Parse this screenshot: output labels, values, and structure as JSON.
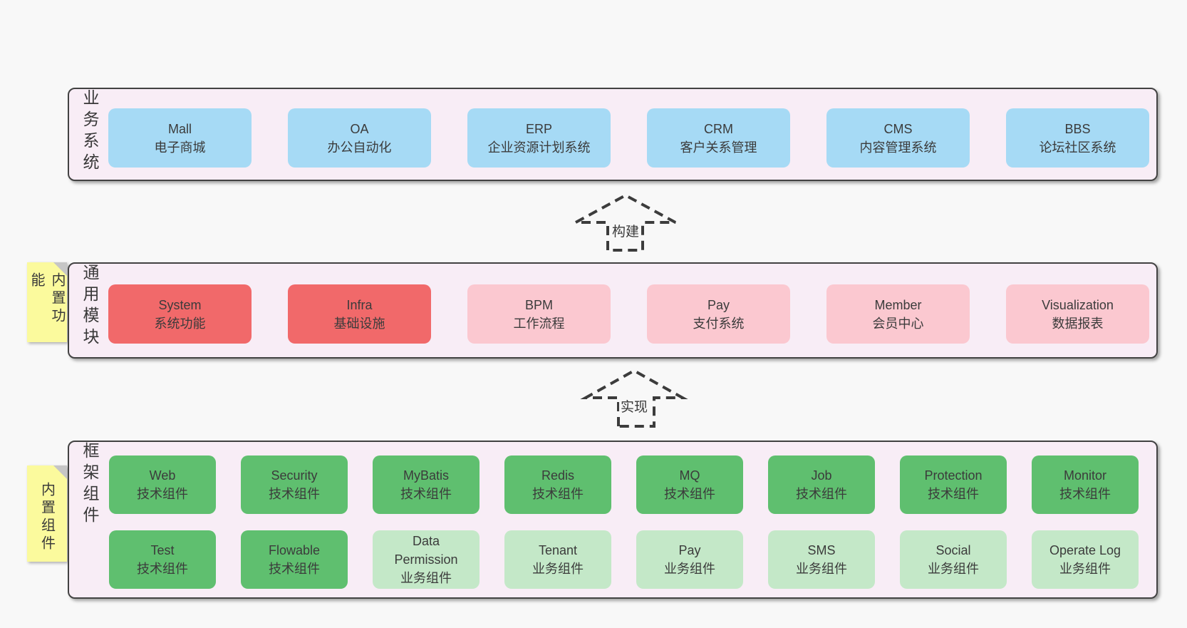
{
  "colors": {
    "page_bg": "#f8f8f8",
    "band_bg": "#f8edf6",
    "band_border": "#424242",
    "text": "#3b3b3b",
    "blue_box": "#a6daf5",
    "red_box": "#f1696a",
    "pink_box": "#fbc8d0",
    "green_box": "#5fbf6f",
    "light_green_box": "#c4e8c8",
    "sticky_bg": "#fbfa9d",
    "sticky_fold": "#c6c6c6",
    "arrow_stroke": "#3c3c3c"
  },
  "arrows": [
    {
      "label": "构建"
    },
    {
      "label": "实现"
    }
  ],
  "bands": [
    {
      "label": "业务系统",
      "boxes": [
        {
          "title": "Mall",
          "subtitle": "电子商城",
          "variant": "blue"
        },
        {
          "title": "OA",
          "subtitle": "办公自动化",
          "variant": "blue"
        },
        {
          "title": "ERP",
          "subtitle": "企业资源计划系统",
          "variant": "blue"
        },
        {
          "title": "CRM",
          "subtitle": "客户关系管理",
          "variant": "blue"
        },
        {
          "title": "CMS",
          "subtitle": "内容管理系统",
          "variant": "blue"
        },
        {
          "title": "BBS",
          "subtitle": "论坛社区系统",
          "variant": "blue"
        }
      ]
    },
    {
      "label": "通用模块",
      "sticky": "内置功能",
      "boxes": [
        {
          "title": "System",
          "subtitle": "系统功能",
          "variant": "red"
        },
        {
          "title": "Infra",
          "subtitle": "基础设施",
          "variant": "red"
        },
        {
          "title": "BPM",
          "subtitle": "工作流程",
          "variant": "pink"
        },
        {
          "title": "Pay",
          "subtitle": "支付系统",
          "variant": "pink"
        },
        {
          "title": "Member",
          "subtitle": "会员中心",
          "variant": "pink"
        },
        {
          "title": "Visualization",
          "subtitle": "数据报表",
          "variant": "pink"
        }
      ]
    },
    {
      "label": "框架组件",
      "sticky": "内置组件",
      "rows": [
        [
          {
            "title": "Web",
            "subtitle": "技术组件",
            "variant": "green"
          },
          {
            "title": "Security",
            "subtitle": "技术组件",
            "variant": "green"
          },
          {
            "title": "MyBatis",
            "subtitle": "技术组件",
            "variant": "green"
          },
          {
            "title": "Redis",
            "subtitle": "技术组件",
            "variant": "green"
          },
          {
            "title": "MQ",
            "subtitle": "技术组件",
            "variant": "green"
          },
          {
            "title": "Job",
            "subtitle": "技术组件",
            "variant": "green"
          },
          {
            "title": "Protection",
            "subtitle": "技术组件",
            "variant": "green"
          },
          {
            "title": "Monitor",
            "subtitle": "技术组件",
            "variant": "green"
          }
        ],
        [
          {
            "title": "Test",
            "subtitle": "技术组件",
            "variant": "green"
          },
          {
            "title": "Flowable",
            "subtitle": "技术组件",
            "variant": "green"
          },
          {
            "title": "Data Permission",
            "subtitle": "业务组件",
            "variant": "green-light"
          },
          {
            "title": "Tenant",
            "subtitle": "业务组件",
            "variant": "green-light"
          },
          {
            "title": "Pay",
            "subtitle": "业务组件",
            "variant": "green-light"
          },
          {
            "title": "SMS",
            "subtitle": "业务组件",
            "variant": "green-light"
          },
          {
            "title": "Social",
            "subtitle": "业务组件",
            "variant": "green-light"
          },
          {
            "title": "Operate Log",
            "subtitle": "业务组件",
            "variant": "green-light"
          }
        ]
      ]
    }
  ]
}
